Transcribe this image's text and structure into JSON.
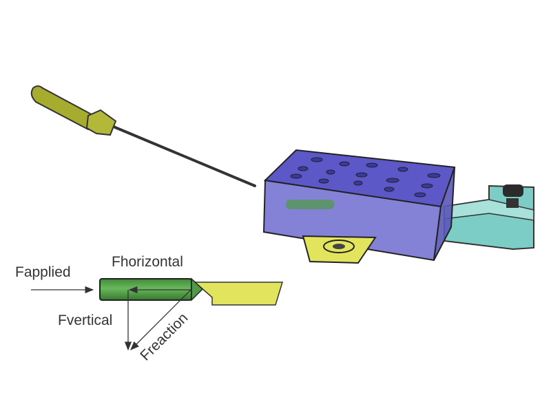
{
  "labels": {
    "applied": "Fapplied",
    "horizontal": "Fhorizontal",
    "vertical": "Fvertical",
    "reaction": "Freaction"
  },
  "colors": {
    "handle": "#a6ac2e",
    "box": "#6f6cd0",
    "clamp": "#7ccdc6",
    "insert": "#e1e45c",
    "pin": "#4f9a44"
  }
}
